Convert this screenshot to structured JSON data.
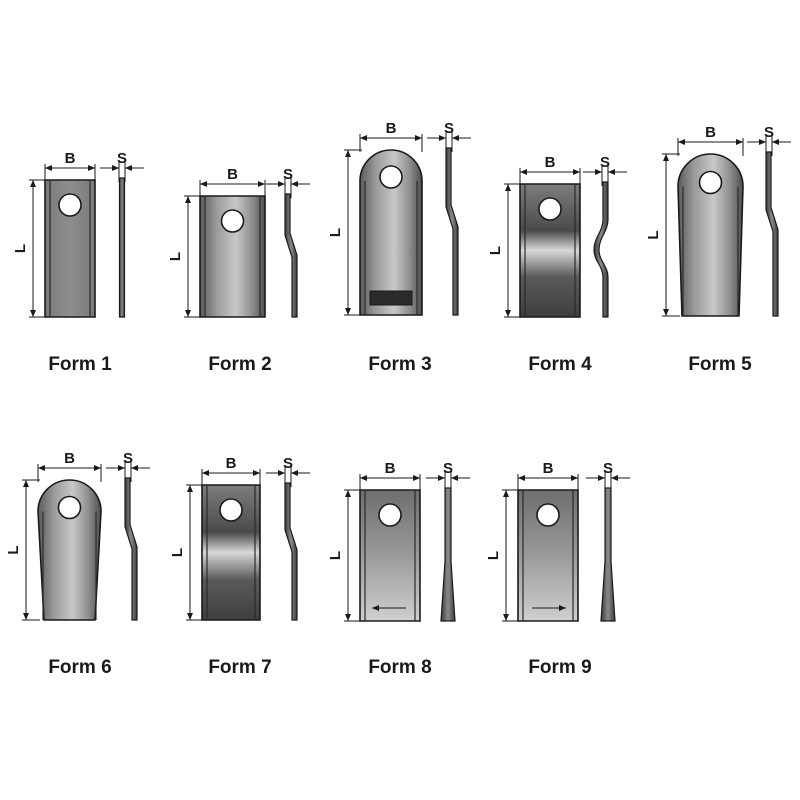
{
  "colors": {
    "blade_dark": "#4a4a4a",
    "blade_mid": "#8a8a8a",
    "blade_light": "#cfcfcf",
    "line": "#1a1a1a"
  },
  "dimensions": {
    "width": "B",
    "thickness": "S",
    "length": "L"
  },
  "forms": [
    {
      "caption": "Form 1",
      "blade": "rect",
      "side": "straight"
    },
    {
      "caption": "Form 2",
      "blade": "rect-bend",
      "side": "offset"
    },
    {
      "caption": "Form 3",
      "blade": "rounded-slot",
      "side": "offset"
    },
    {
      "caption": "Form 4",
      "blade": "rect-wave",
      "side": "wave"
    },
    {
      "caption": "Form 5",
      "blade": "rounded-taper",
      "side": "offset"
    },
    {
      "caption": "Form 6",
      "blade": "rounded-taper-deep",
      "side": "offset"
    },
    {
      "caption": "Form 7",
      "blade": "rect-wave",
      "side": "offset"
    },
    {
      "caption": "Form 8",
      "blade": "rect-bevel-left",
      "side": "bevel"
    },
    {
      "caption": "Form 9",
      "blade": "rect-bevel-right",
      "side": "bevel"
    }
  ]
}
